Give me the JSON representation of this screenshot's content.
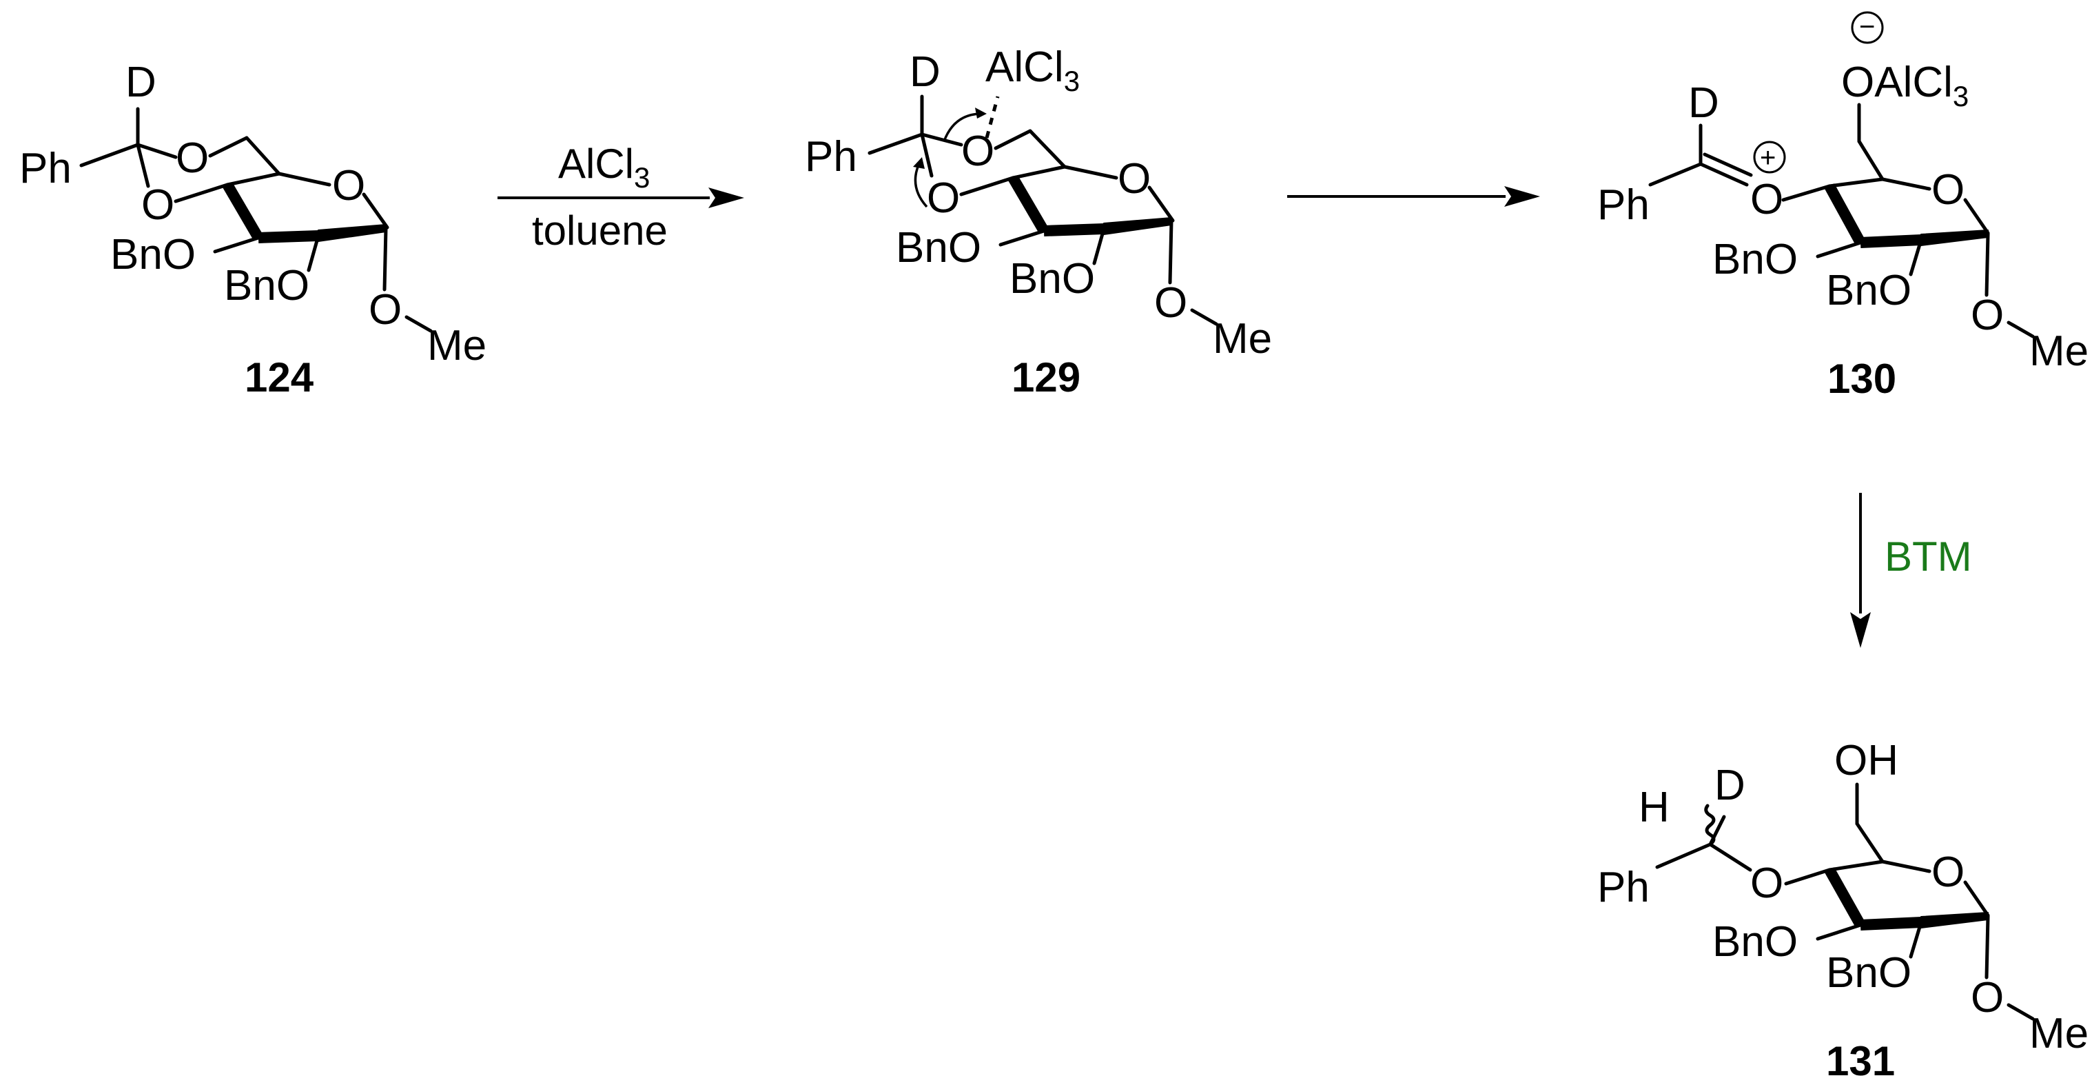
{
  "colors": {
    "ink": "#000000",
    "reagent_highlight": "#1a7a1a",
    "background": "#ffffff"
  },
  "compounds": {
    "c124": {
      "label": "124",
      "d": "D",
      "ph": "Ph",
      "o_acetal_top": "O",
      "o_acetal_bottom": "O",
      "o_ring": "O",
      "bno_left": "BnO",
      "bno_right": "BnO",
      "o_anomeric": "O",
      "me": "Me"
    },
    "c129": {
      "label": "129",
      "d": "D",
      "ph": "Ph",
      "alcl3_main": "AlCl",
      "alcl3_sub": "3",
      "o_acetal_top": "O",
      "o_acetal_bottom": "O",
      "o_ring": "O",
      "bno_left": "BnO",
      "bno_right": "BnO",
      "o_anomeric": "O",
      "me": "Me"
    },
    "c130": {
      "label": "130",
      "d": "D",
      "ph": "Ph",
      "o_oxocarbenium": "O",
      "o_alkoxide": "O",
      "alcl3_main": "AlCl",
      "alcl3_sub": "3",
      "plus": "+",
      "minus": "−",
      "o_ring": "O",
      "bno_left": "BnO",
      "bno_right": "BnO",
      "o_anomeric": "O",
      "me": "Me"
    },
    "c131": {
      "label": "131",
      "h": "H",
      "d": "D",
      "ph": "Ph",
      "o_ether": "O",
      "oh": "OH",
      "o_ring": "O",
      "bno_left": "BnO",
      "bno_right": "BnO",
      "o_anomeric": "O",
      "me": "Me"
    }
  },
  "arrows": {
    "step1": {
      "reagent_main": "AlCl",
      "reagent_sub": "3",
      "solvent": "toluene"
    },
    "step2": {},
    "step3": {
      "reagent": "BTM"
    }
  }
}
